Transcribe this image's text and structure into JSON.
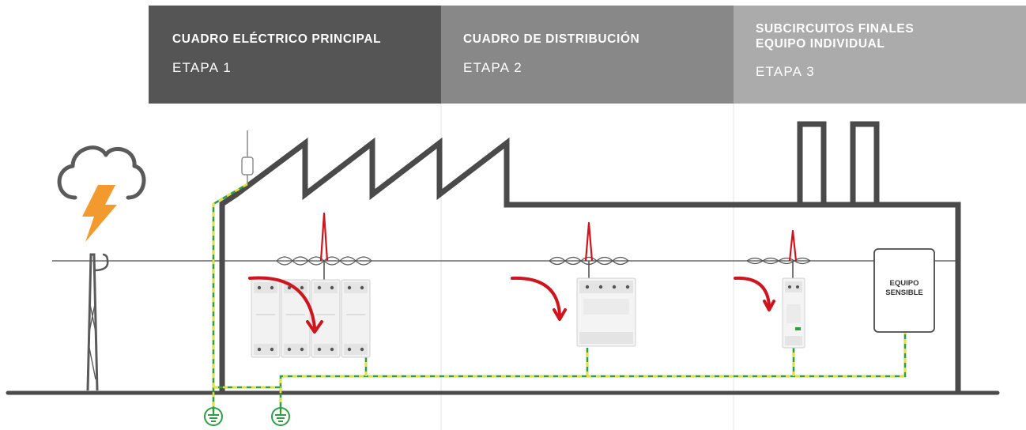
{
  "stages": [
    {
      "title": "CUADRO ELÉCTRICO PRINCIPAL",
      "label": "ETAPA 1"
    },
    {
      "title": "CUADRO DE DISTRIBUCIÓN",
      "label": "ETAPA 2"
    },
    {
      "title": "SUBCIRCUITOS FINALES\nEQUIPO INDIVIDUAL",
      "label": "ETAPA 3"
    }
  ],
  "equipment": {
    "line1": "EQUIPO",
    "line2": "SENSIBLE"
  },
  "colors": {
    "stage1": "#555555",
    "stage2": "#888888",
    "stage3": "#ababab",
    "lightning": "#f39a2e",
    "surge_arrow": "#d0141e",
    "earth_green": "#2e9e44",
    "earth_yellow": "#e9df3a",
    "building": "#4a4a4a"
  },
  "icons": [
    "cloud-icon",
    "lightning-bolt-icon",
    "earth-ground-icon",
    "surge-arrow-icon"
  ]
}
